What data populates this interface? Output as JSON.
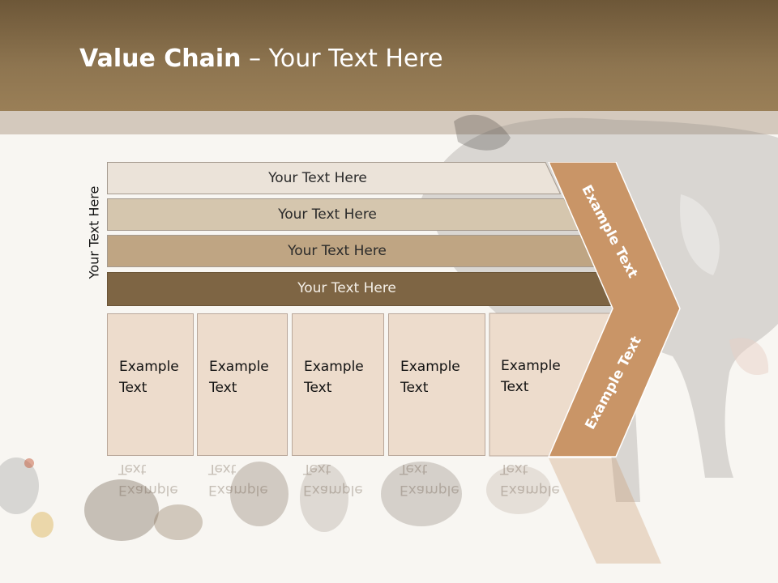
{
  "title": {
    "bold": "Value Chain",
    "rest": " – Your Text Here"
  },
  "vertical_label": "Your Text Here",
  "bars": [
    {
      "label": "Your Text Here",
      "fill": "#ebe3d9",
      "text_color": "#2a2a2a"
    },
    {
      "label": "Your Text Here",
      "fill": "#d5c6ae",
      "text_color": "#2a2a2a"
    },
    {
      "label": "Your Text Here",
      "fill": "#bfa583",
      "text_color": "#2a2a2a"
    },
    {
      "label": "Your Text Here",
      "fill": "#7e6544",
      "text_color": "#f4efe7"
    }
  ],
  "cards": [
    {
      "line1": "Example",
      "line2": "Text"
    },
    {
      "line1": "Example",
      "line2": "Text"
    },
    {
      "line1": "Example",
      "line2": "Text"
    },
    {
      "line1": "Example",
      "line2": "Text"
    },
    {
      "line1": "Example",
      "line2": "Text"
    }
  ],
  "chevron": {
    "upper": "Example Text",
    "lower": "Example Text",
    "fill": "#c99567"
  },
  "colors": {
    "header": "#8e7550",
    "strip": "#d4c9bd",
    "card": "#eddccc"
  }
}
